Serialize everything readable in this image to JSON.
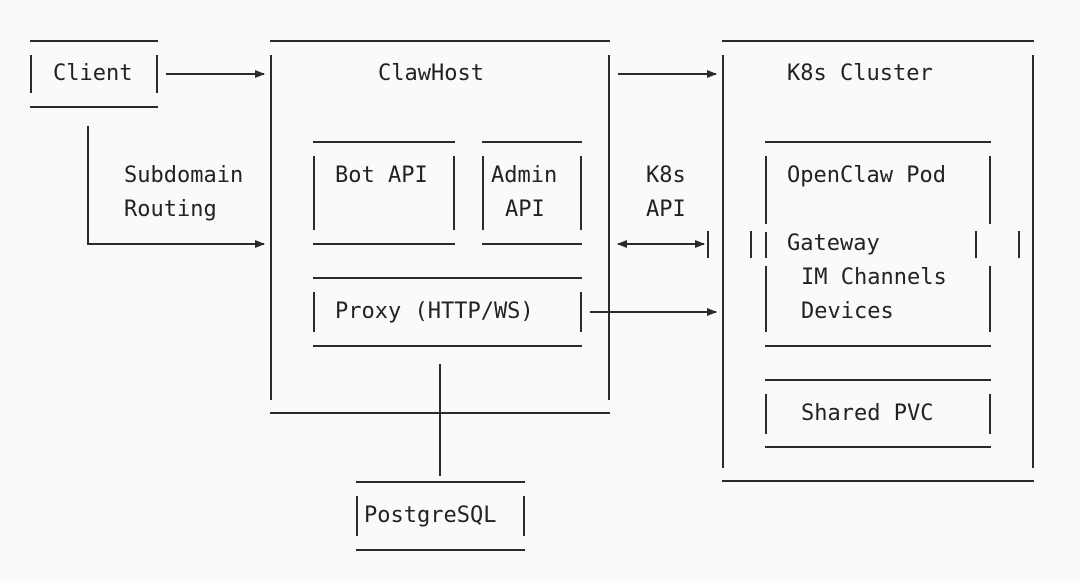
{
  "nodes": {
    "client": "Client",
    "clawhost": "ClawHost",
    "k8s_cluster": "K8s Cluster",
    "bot_api": "Bot API",
    "admin_api_line1": "Admin",
    "admin_api_line2": "API",
    "proxy": "Proxy (HTTP/WS)",
    "openclaw_pod": "OpenClaw Pod",
    "gateway": "Gateway",
    "im_channels": "IM Channels",
    "devices": "Devices",
    "shared_pvc": "Shared PVC",
    "postgresql": "PostgreSQL"
  },
  "edges": {
    "subdomain_line1": "Subdomain",
    "subdomain_line2": "Routing",
    "k8s_api_line1": "K8s",
    "k8s_api_line2": "API"
  },
  "colors": {
    "background": "#f9fafb",
    "line": "#2b2b2b",
    "text": "#222222"
  }
}
